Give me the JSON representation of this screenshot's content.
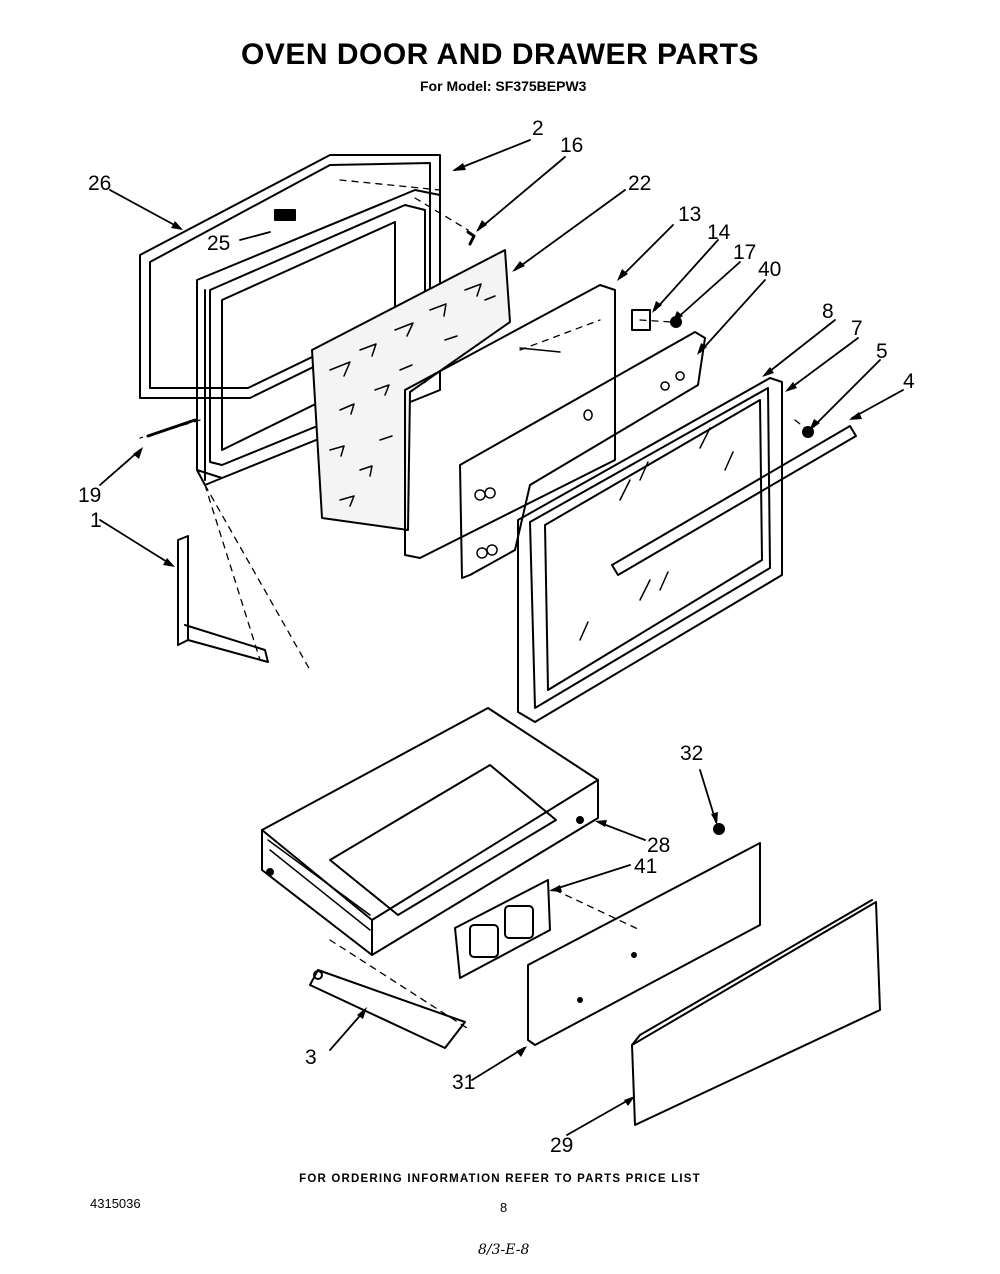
{
  "header": {
    "title": "OVEN DOOR AND DRAWER PARTS",
    "subtitle": "For Model: SF375BEPW3"
  },
  "callouts": {
    "c2": "2",
    "c16": "16",
    "c22": "22",
    "c26": "26",
    "c25": "25",
    "c13": "13",
    "c14": "14",
    "c17": "17",
    "c40": "40",
    "c8": "8",
    "c7": "7",
    "c5": "5",
    "c4": "4",
    "c19": "19",
    "c1": "1",
    "c32": "32",
    "c28": "28",
    "c41": "41",
    "c3": "3",
    "c31": "31",
    "c29": "29"
  },
  "footer": {
    "ordering_note": "FOR ORDERING INFORMATION REFER TO PARTS PRICE LIST",
    "doc_number": "4315036",
    "page_number": "8",
    "handwritten_code": "8/3-E-8"
  }
}
